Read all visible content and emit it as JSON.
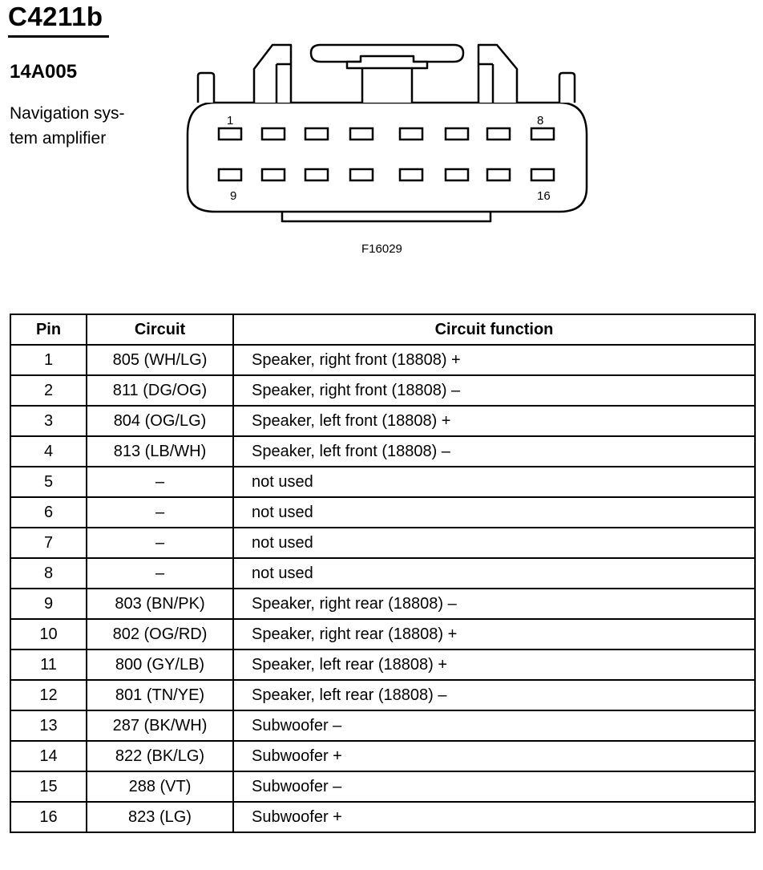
{
  "header": {
    "connector_id": "C4211b",
    "part_number": "14A005",
    "description_lines": [
      "Navigation sys-",
      "tem amplifier"
    ]
  },
  "diagram": {
    "pin_labels": {
      "top_left": "1",
      "top_right": "8",
      "bottom_left": "9",
      "bottom_right": "16"
    },
    "figure_number": "F16029"
  },
  "table": {
    "headers": {
      "pin": "Pin",
      "circuit": "Circuit",
      "function": "Circuit function"
    },
    "rows": [
      {
        "pin": "1",
        "circuit": "805 (WH/LG)",
        "function": "Speaker, right front (18808)  +"
      },
      {
        "pin": "2",
        "circuit": "811 (DG/OG)",
        "function": "Speaker, right front (18808) –"
      },
      {
        "pin": "3",
        "circuit": "804 (OG/LG)",
        "function": "Speaker, left front (18808)  +"
      },
      {
        "pin": "4",
        "circuit": "813 (LB/WH)",
        "function": "Speaker, left front (18808) –"
      },
      {
        "pin": "5",
        "circuit": "–",
        "function": "not used"
      },
      {
        "pin": "6",
        "circuit": "–",
        "function": "not used"
      },
      {
        "pin": "7",
        "circuit": "–",
        "function": "not used"
      },
      {
        "pin": "8",
        "circuit": "–",
        "function": "not used"
      },
      {
        "pin": "9",
        "circuit": "803 (BN/PK)",
        "function": "Speaker, right rear (18808) –"
      },
      {
        "pin": "10",
        "circuit": "802 (OG/RD)",
        "function": "Speaker, right rear (18808)  +"
      },
      {
        "pin": "11",
        "circuit": "800 (GY/LB)",
        "function": "Speaker, left rear (18808)  +"
      },
      {
        "pin": "12",
        "circuit": "801 (TN/YE)",
        "function": "Speaker, left rear (18808) –"
      },
      {
        "pin": "13",
        "circuit": "287 (BK/WH)",
        "function": "Subwoofer –"
      },
      {
        "pin": "14",
        "circuit": "822 (BK/LG)",
        "function": "Subwoofer  +"
      },
      {
        "pin": "15",
        "circuit": "288 (VT)",
        "function": "Subwoofer –"
      },
      {
        "pin": "16",
        "circuit": "823 (LG)",
        "function": "Subwoofer  +"
      }
    ]
  }
}
